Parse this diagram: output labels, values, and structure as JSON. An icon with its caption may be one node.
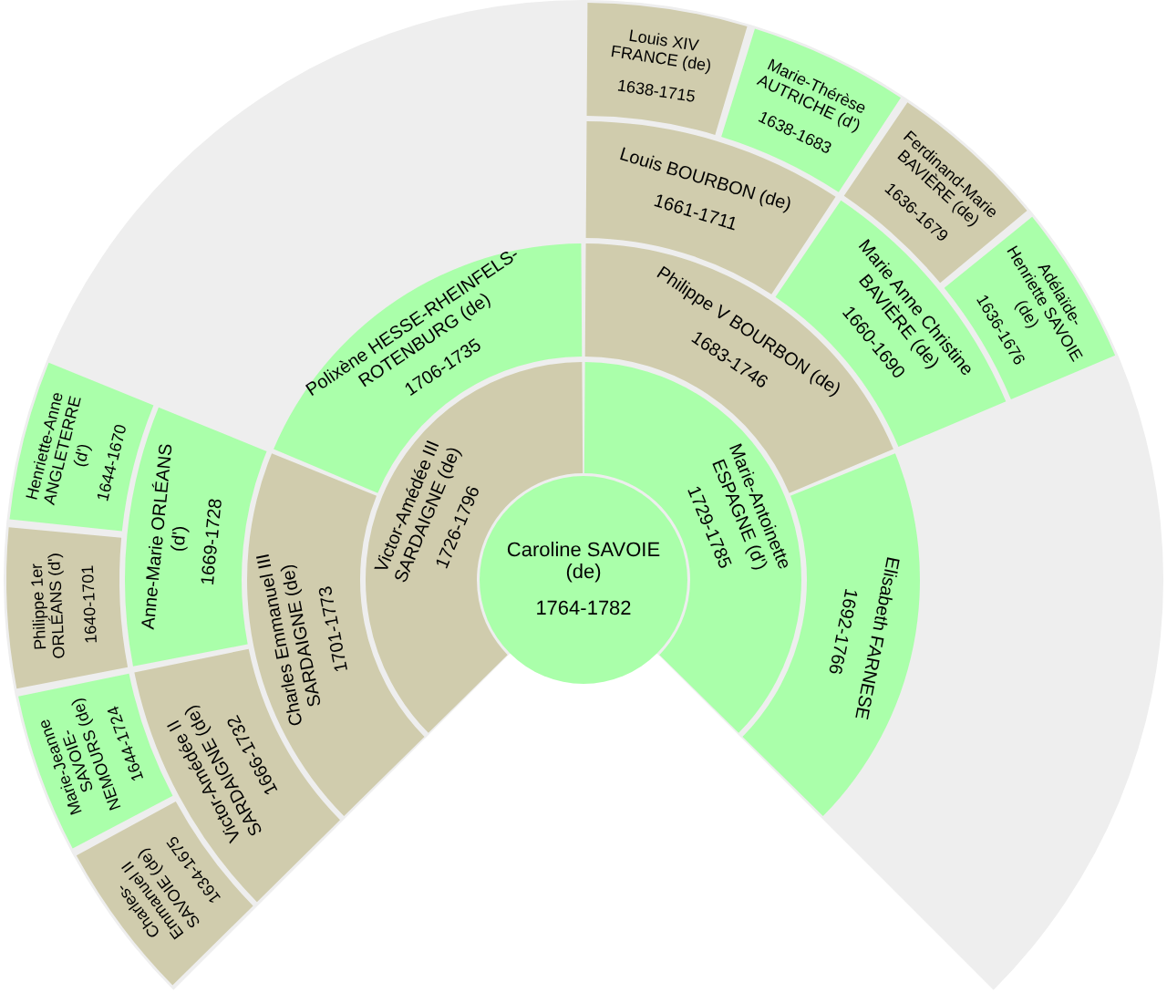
{
  "diagram": {
    "nodes": [
      {
        "text": [
          "Caroline SAVOIE (de)",
          "1764-1782"
        ]
      },
      {
        "text": [
          "Victor-Amédée III SARDAIGNE (de)",
          "1726-1796"
        ]
      },
      {
        "text": [
          "Marie-Antoinette ESPAGNE (d')",
          "1729-1785"
        ]
      },
      {
        "text": [
          "Charles Emmanuel III SARDAIGNE (de)",
          "1701-1773"
        ]
      },
      {
        "text": [
          "Polixène HESSE-RHEINFELS-ROTENBURG (de)",
          "1706-1735"
        ]
      },
      {
        "text": [
          "Philippe V BOURBON (de)",
          "1683-1746"
        ]
      },
      {
        "text": [
          "Elisabeth FARNESE",
          "1692-1766"
        ]
      },
      {
        "text": [
          "Victor-Amédée II SARDAIGNE (de)",
          "1666-1732"
        ]
      },
      {
        "text": [
          "Anne-Marie ORLÉANS (d')",
          "1669-1728"
        ]
      },
      {
        "text": [
          "Louis BOURBON (de)",
          "1661-1711"
        ]
      },
      {
        "text": [
          "Marie Anne Christine BAVIÈRE (de)",
          "1660-1690"
        ]
      },
      {
        "text": [
          "Charles-Emmanuel II SAVOIE (de)",
          "1634-1675"
        ]
      },
      {
        "text": [
          "Marie-Jeanne SAVOIE-NEMOURS (de)",
          "1644-1724"
        ]
      },
      {
        "text": [
          "Philippe 1er ORLÉANS (d')",
          "1640-1701"
        ]
      },
      {
        "text": [
          "Henriette-Anne ANGLETERRE (d')",
          "1644-1670"
        ]
      },
      {
        "text": [
          "Louis XIV FRANCE (de)",
          "1638-1715"
        ]
      },
      {
        "text": [
          "Marie-Thérèse AUTRICHE (d')",
          "1638-1683"
        ]
      },
      {
        "text": [
          "Ferdinand-Marie BAVIÈRE (de)",
          "1636-1679"
        ]
      },
      {
        "text": [
          "Adélaïde-Henriette SAVOIE (de)",
          "1636-1676"
        ]
      }
    ]
  }
}
